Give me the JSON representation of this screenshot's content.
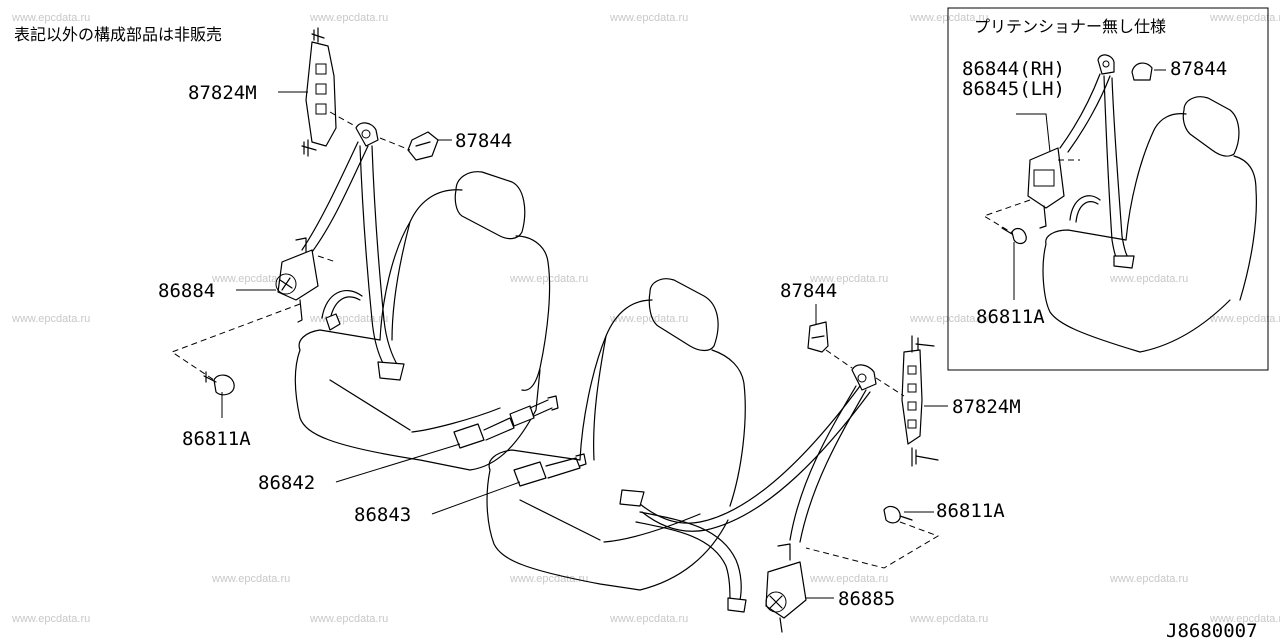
{
  "diagram": {
    "note": "表記以外の構成部品は非販売",
    "inset_title": "プリテンショナー無し仕様",
    "drawing_id": "J8680007",
    "watermark": "www.epcdata.ru",
    "labels": {
      "l87824m_top": "87824M",
      "l87844_top": "87844",
      "l86884": "86884",
      "l86811a_left": "86811A",
      "l86842": "86842",
      "l86843": "86843",
      "l87844_mid": "87844",
      "l87824m_right": "87824M",
      "l86811a_right": "86811A",
      "l86885": "86885",
      "inset_86844": "86844(RH)",
      "inset_86845": "86845(LH)",
      "inset_87844": "87844",
      "inset_86811a": "86811A"
    }
  }
}
